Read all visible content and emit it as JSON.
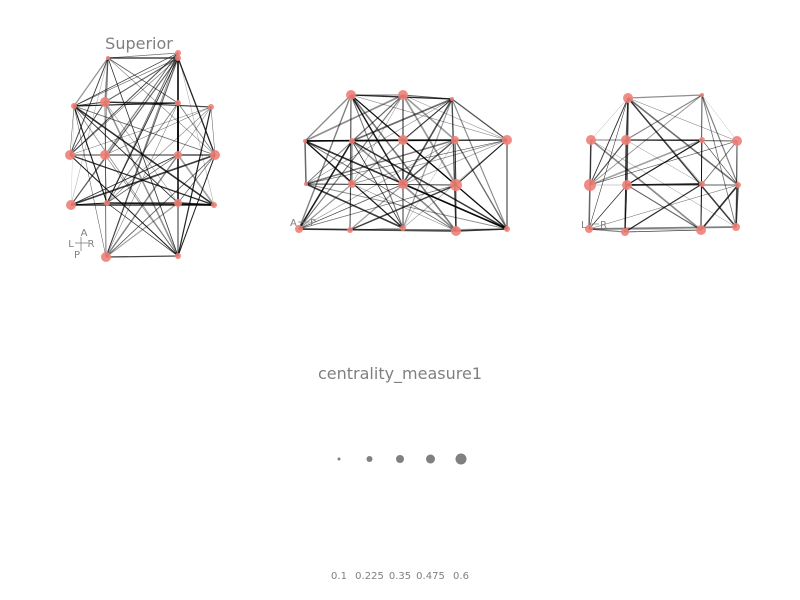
{
  "panels": [
    {
      "id": "superior",
      "title": "Superior",
      "orientation": {
        "top": "A",
        "left": "L",
        "right": "R",
        "bottom": "P"
      }
    },
    {
      "id": "lateral",
      "title": "",
      "orientation_label": "A",
      "orientation_label_extra": "P"
    },
    {
      "id": "posterior",
      "title": "",
      "orientation_label": "L",
      "orientation_label_extra": "R"
    }
  ],
  "legend": {
    "title": "centrality_measure1",
    "values": [
      "0.1",
      "0.225",
      "0.35",
      "0.475",
      "0.6"
    ]
  },
  "colors": {
    "node": "#f08078",
    "edge": "#000000",
    "text": "#808080",
    "legend_marker": "#808080"
  }
}
